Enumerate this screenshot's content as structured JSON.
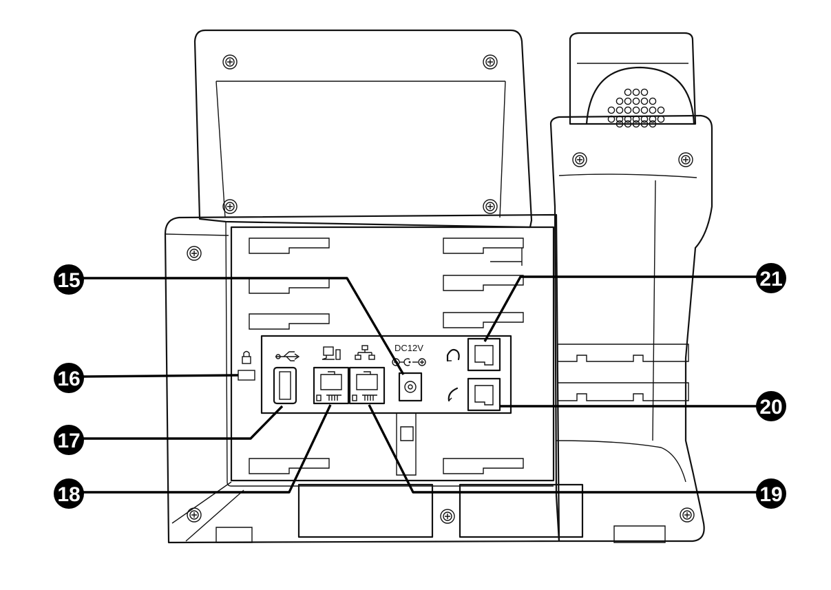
{
  "power_port": {
    "label": "DC12V"
  },
  "callouts": [
    {
      "number": "15",
      "target": "power-port"
    },
    {
      "number": "16",
      "target": "security-slot"
    },
    {
      "number": "17",
      "target": "usb-port"
    },
    {
      "number": "18",
      "target": "pc-port"
    },
    {
      "number": "19",
      "target": "internet-port"
    },
    {
      "number": "20",
      "target": "handset-port"
    },
    {
      "number": "21",
      "target": "headset-port"
    }
  ],
  "icons": [
    "usb-icon",
    "pc-icon",
    "network-icon",
    "polarity-icon",
    "headset-icon",
    "handset-icon",
    "lock-icon",
    "screw-icon",
    "speaker-grille-icon"
  ]
}
